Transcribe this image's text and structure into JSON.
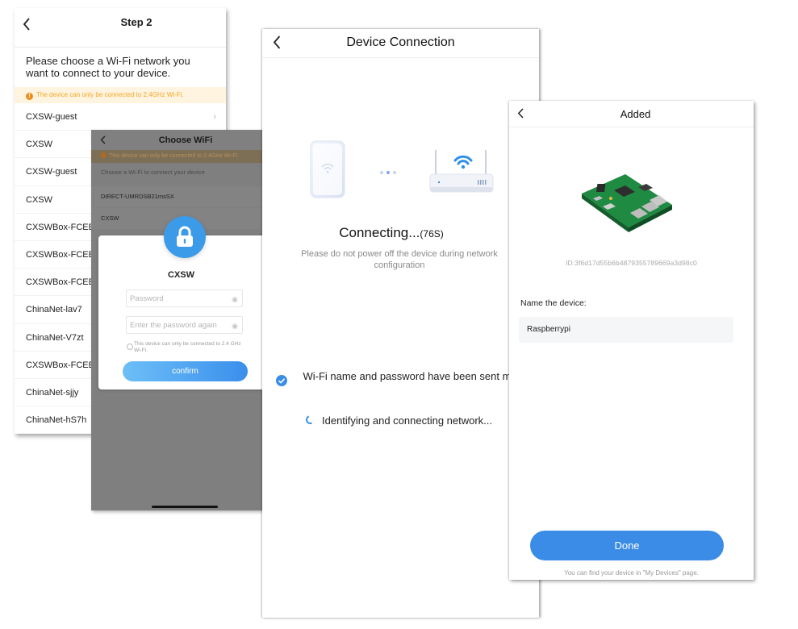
{
  "step2": {
    "title": "Step 2",
    "intro": "Please choose a Wi-Fi network you want to connect to your device.",
    "warning": "The device can only be connected to 2.4GHz Wi-Fi.",
    "networks": [
      "CXSW-guest",
      "CXSW",
      "CXSW-guest",
      "CXSW",
      "CXSWBox-FCEE",
      "CXSWBox-FCEE",
      "CXSWBox-FCEE",
      "ChinaNet-lav7",
      "ChinaNet-V7zt",
      "CXSWBox-FCEE",
      "ChinaNet-sjjy",
      "ChinaNet-hS7h"
    ]
  },
  "choose_wifi": {
    "title": "Choose WiFi",
    "warning": "This device can only be connected to 2.4GHz Wi-Fi.",
    "subtitle": "Choose a Wi-Fi to connect your device",
    "items": [
      "DIRECT-UMRDSB21msSX",
      "CXSW"
    ]
  },
  "dialog": {
    "title": "CXSW",
    "password_placeholder": "Password",
    "password_again_placeholder": "Enter the password again",
    "hint": "This device can only be connected to 2.4 GHz Wi-Fi.",
    "confirm_label": "confirm"
  },
  "device_connection": {
    "title": "Device Connection",
    "status": "Connecting...",
    "countdown": "(76S)",
    "warning": "Please do not power off the device during network configuration",
    "step1": "Wi-Fi name and password have been sent mobile.",
    "step2": "Identifying and connecting network..."
  },
  "added": {
    "title": "Added",
    "device_id": "ID:3f6d17d55b6b4879355789669a3d98c0",
    "name_label": "Name the device:",
    "name_value": "Raspberrypi",
    "done_label": "Done",
    "footer": "You can find your device in \"My Devices\" page."
  }
}
